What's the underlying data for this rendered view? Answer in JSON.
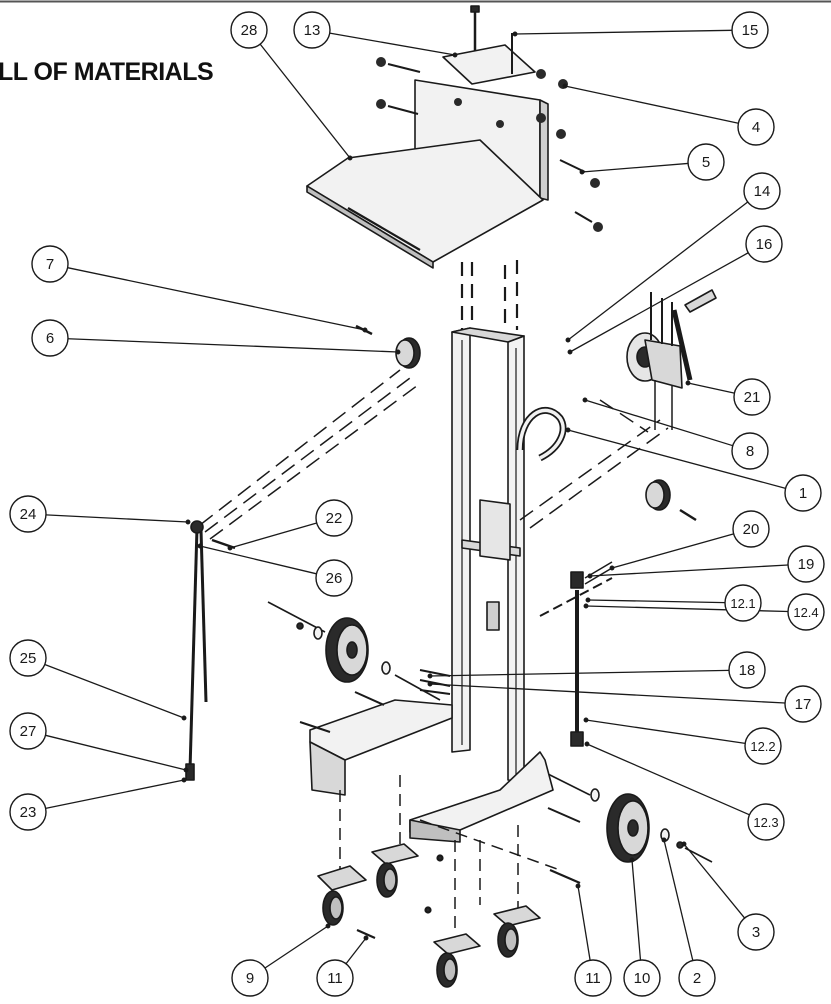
{
  "title": "LL OF MATERIALS",
  "colors": {
    "line": "#1a1a1a",
    "part_fill": "#f2f2f2",
    "dark": "#2a2a2a",
    "background": "#ffffff"
  },
  "callouts": [
    {
      "label": "28"
    },
    {
      "label": "13"
    },
    {
      "label": "15"
    },
    {
      "label": "4"
    },
    {
      "label": "5"
    },
    {
      "label": "14"
    },
    {
      "label": "16"
    },
    {
      "label": "7"
    },
    {
      "label": "6"
    },
    {
      "label": "21"
    },
    {
      "label": "8"
    },
    {
      "label": "1"
    },
    {
      "label": "24"
    },
    {
      "label": "22"
    },
    {
      "label": "26"
    },
    {
      "label": "20"
    },
    {
      "label": "19"
    },
    {
      "label": "12.1"
    },
    {
      "label": "12.4"
    },
    {
      "label": "25"
    },
    {
      "label": "18"
    },
    {
      "label": "17"
    },
    {
      "label": "27"
    },
    {
      "label": "12.2"
    },
    {
      "label": "23"
    },
    {
      "label": "12.3"
    },
    {
      "label": "3"
    },
    {
      "label": "9"
    },
    {
      "label": "11"
    },
    {
      "label": "11"
    },
    {
      "label": "10"
    },
    {
      "label": "2"
    }
  ]
}
